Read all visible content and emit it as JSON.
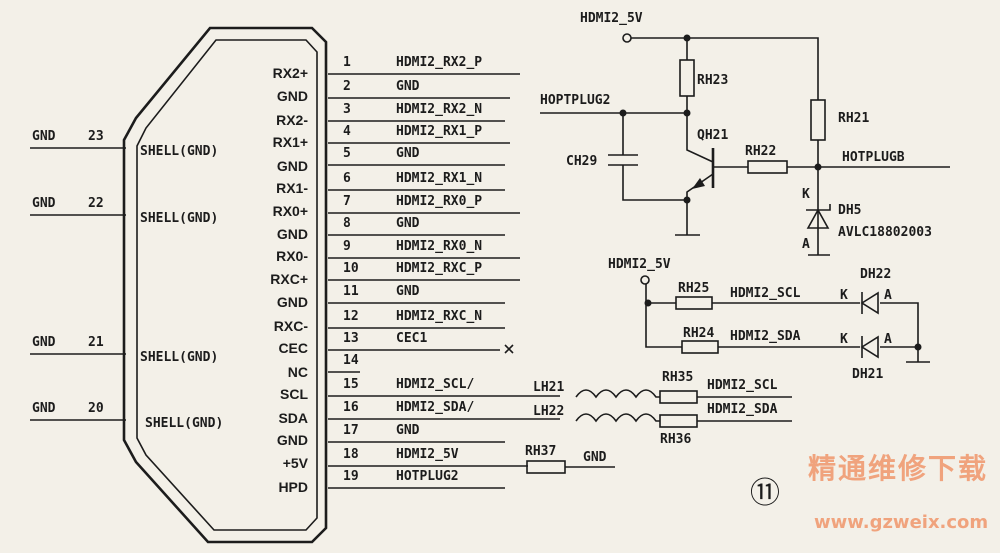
{
  "connector": {
    "pins": [
      {
        "num": "1",
        "func": "RX2+",
        "signal": "HDMI2_RX2_P"
      },
      {
        "num": "2",
        "func": "GND",
        "signal": "GND"
      },
      {
        "num": "3",
        "func": "RX2-",
        "signal": "HDMI2_RX2_N"
      },
      {
        "num": "4",
        "func": "RX1+",
        "signal": "HDMI2_RX1_P"
      },
      {
        "num": "5",
        "func": "GND",
        "signal": "GND"
      },
      {
        "num": "6",
        "func": "RX1-",
        "signal": "HDMI2_RX1_N"
      },
      {
        "num": "7",
        "func": "RX0+",
        "signal": "HDMI2_RX0_P"
      },
      {
        "num": "8",
        "func": "GND",
        "signal": "GND"
      },
      {
        "num": "9",
        "func": "RX0-",
        "signal": "HDMI2_RX0_N"
      },
      {
        "num": "10",
        "func": "RXC+",
        "signal": "HDMI2_RXC_P"
      },
      {
        "num": "11",
        "func": "GND",
        "signal": "GND"
      },
      {
        "num": "12",
        "func": "RXC-",
        "signal": "HDMI2_RXC_N"
      },
      {
        "num": "13",
        "func": "CEC",
        "signal": "CEC1"
      },
      {
        "num": "14",
        "func": "NC",
        "signal": ""
      },
      {
        "num": "15",
        "func": "SCL",
        "signal": "HDMI2_SCL/"
      },
      {
        "num": "16",
        "func": "SDA",
        "signal": "HDMI2_SDA/"
      },
      {
        "num": "17",
        "func": "GND",
        "signal": "GND"
      },
      {
        "num": "18",
        "func": "+5V",
        "signal": "HDMI2_5V"
      },
      {
        "num": "19",
        "func": "HPD",
        "signal": "HOTPLUG2"
      }
    ],
    "shells": [
      {
        "net": "GND",
        "num": "23",
        "label": "SHELL(GND)"
      },
      {
        "net": "GND",
        "num": "22",
        "label": "SHELL(GND)"
      },
      {
        "net": "GND",
        "num": "21",
        "label": "SHELL(GND)"
      },
      {
        "net": "GND",
        "num": "20",
        "label": "SHELL(GND)"
      }
    ]
  },
  "hotplug": {
    "supply": "HDMI2_5V",
    "rh23": "RH23",
    "rh21": "RH21",
    "input": "HOPTPLUG2",
    "qh21": "QH21",
    "ch29": "CH29",
    "rh22": "RH22",
    "output": "HOTPLUGB",
    "k": "K",
    "a": "A",
    "dh5": "DH5",
    "dh5_part": "AVLC18802003"
  },
  "ddc": {
    "supply": "HDMI2_5V",
    "rh25": "RH25",
    "rh24": "RH24",
    "scl": "HDMI2_SCL",
    "sda": "HDMI2_SDA",
    "dh22": "DH22",
    "dh21": "DH21",
    "k": "K",
    "a": "A",
    "lh21": "LH21",
    "lh22": "LH22",
    "rh35": "RH35",
    "rh36": "RH36",
    "scl_out": "HDMI2_SCL",
    "sda_out": "HDMI2_SDA",
    "rh37": "RH37",
    "gnd": "GND"
  },
  "figure_number": "⑪",
  "watermark": {
    "cn": "精通维修下载",
    "url": "www.gzweix.com"
  }
}
